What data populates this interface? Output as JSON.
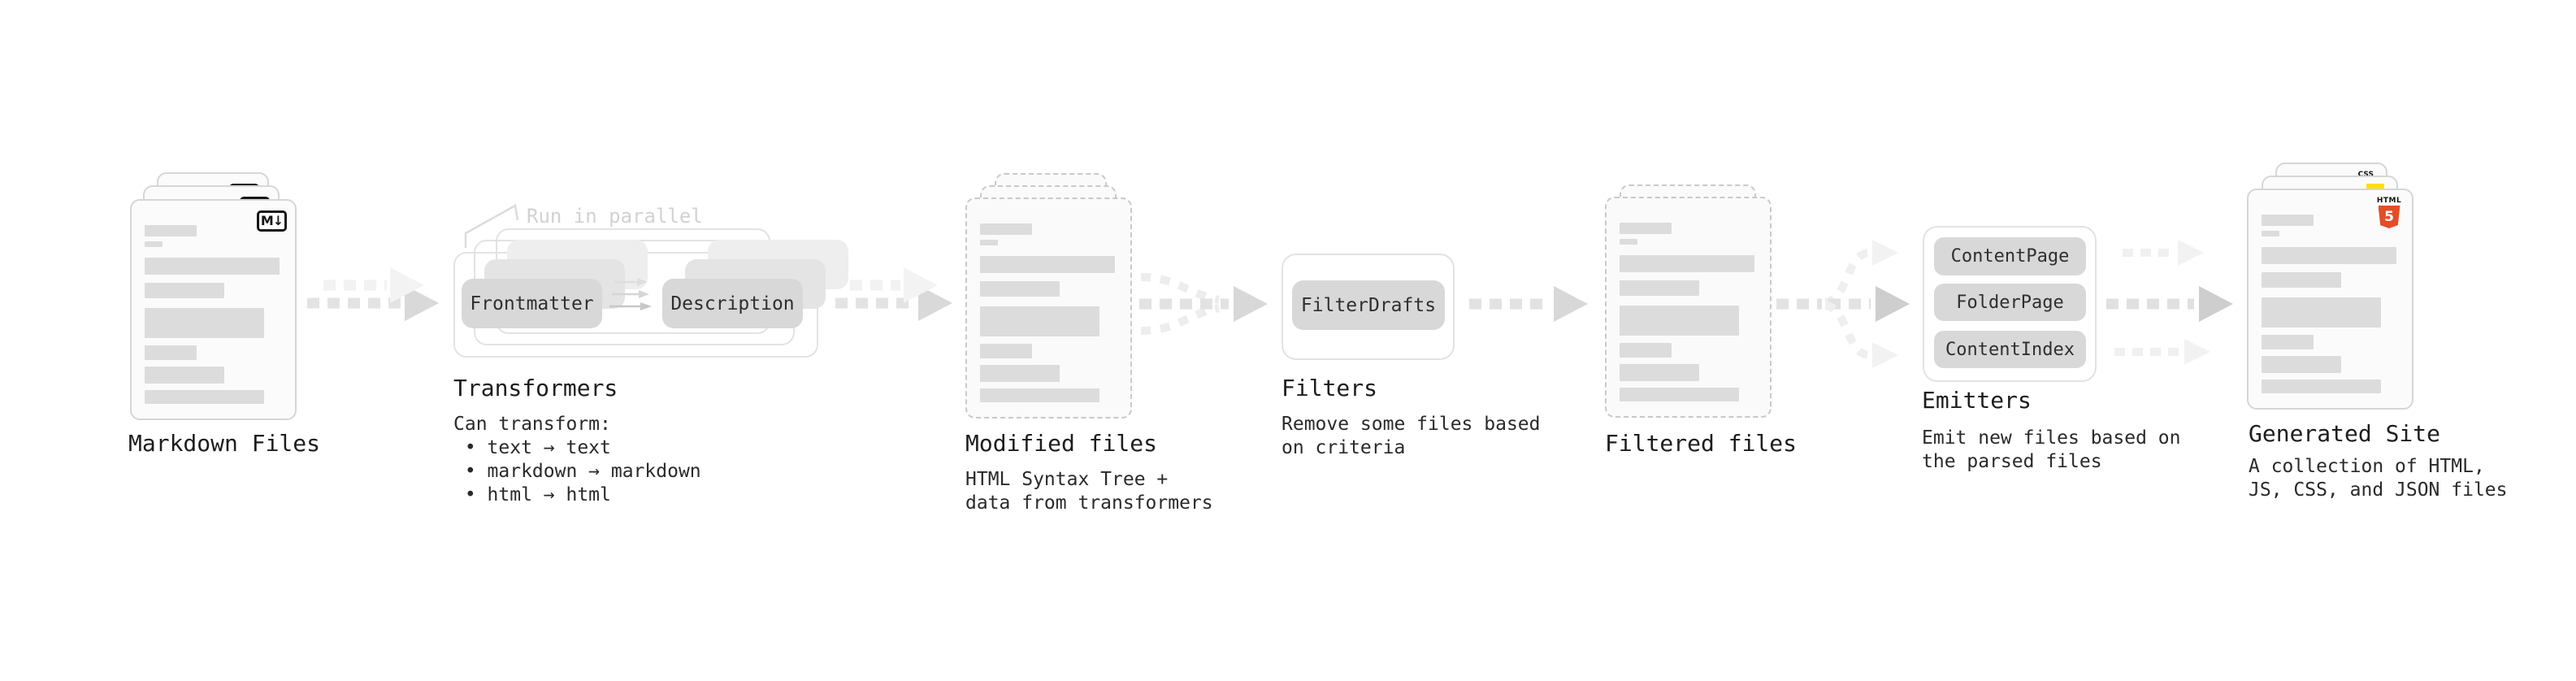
{
  "diagram": {
    "annotation_run_in_parallel": "Run in parallel",
    "stages": {
      "markdown_files": {
        "title": "Markdown Files"
      },
      "transformers": {
        "title": "Transformers",
        "buttons": {
          "frontmatter": "Frontmatter",
          "description": "Description"
        },
        "caption_lines": [
          "Can transform:",
          " • text → text",
          " • markdown → markdown",
          " • html → html"
        ]
      },
      "modified_files": {
        "title": "Modified files",
        "caption_lines": [
          "HTML Syntax Tree +",
          "data from transformers"
        ]
      },
      "filters": {
        "title": "Filters",
        "button": "FilterDrafts",
        "caption_lines": [
          "Remove some files based",
          "on criteria"
        ]
      },
      "filtered_files": {
        "title": "Filtered files"
      },
      "emitters": {
        "title": "Emitters",
        "buttons": [
          "ContentPage",
          "FolderPage",
          "ContentIndex"
        ],
        "caption_lines": [
          "Emit new files based on",
          "the parsed files"
        ]
      },
      "generated_site": {
        "title": "Generated Site",
        "caption_lines": [
          "A collection of HTML,",
          "JS, CSS, and JSON files"
        ]
      }
    },
    "icons": {
      "markdown_badge": "M↓",
      "html5_label": "HTML",
      "html5_numeral": "5",
      "css_label": "CSS"
    },
    "colors": {
      "html5_orange": "#e44d26",
      "js_yellow": "#ffdf00",
      "css_blue": "#2965f1",
      "node_gray": "#d8d8d8",
      "bar_gray": "#dcdcdc"
    }
  }
}
